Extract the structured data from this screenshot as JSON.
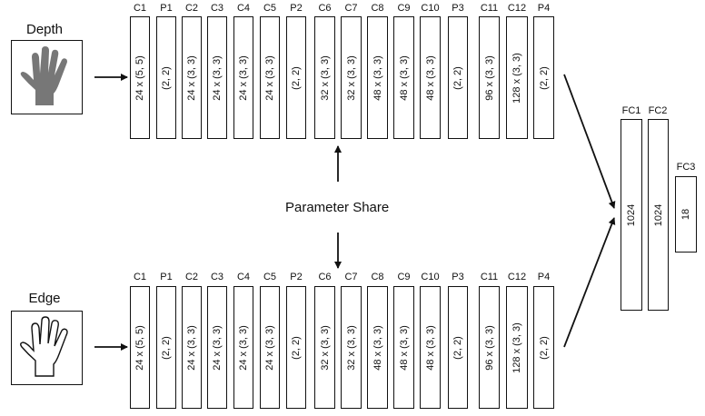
{
  "branches": [
    {
      "title": "Depth",
      "layers": [
        {
          "name": "C1",
          "param": "24 x (5, 5)"
        },
        {
          "name": "P1",
          "param": "(2, 2)"
        },
        {
          "name": "C2",
          "param": "24 x (3, 3)"
        },
        {
          "name": "C3",
          "param": "24 x (3, 3)"
        },
        {
          "name": "C4",
          "param": "24 x (3, 3)"
        },
        {
          "name": "C5",
          "param": "24 x (3, 3)"
        },
        {
          "name": "P2",
          "param": "(2, 2)"
        },
        {
          "name": "C6",
          "param": "32 x (3, 3)"
        },
        {
          "name": "C7",
          "param": "32 x (3, 3)"
        },
        {
          "name": "C8",
          "param": "48 x (3, 3)"
        },
        {
          "name": "C9",
          "param": "48 x (3, 3)"
        },
        {
          "name": "C10",
          "param": "48 x (3, 3)"
        },
        {
          "name": "P3",
          "param": "(2, 2)"
        },
        {
          "name": "C11",
          "param": "96 x (3, 3)"
        },
        {
          "name": "C12",
          "param": "128 x (3, 3)"
        },
        {
          "name": "P4",
          "param": "(2, 2)"
        }
      ]
    },
    {
      "title": "Edge",
      "layers": [
        {
          "name": "C1",
          "param": "24 x (5, 5)"
        },
        {
          "name": "P1",
          "param": "(2, 2)"
        },
        {
          "name": "C2",
          "param": "24 x (3, 3)"
        },
        {
          "name": "C3",
          "param": "24 x (3, 3)"
        },
        {
          "name": "C4",
          "param": "24 x (3, 3)"
        },
        {
          "name": "C5",
          "param": "24 x (3, 3)"
        },
        {
          "name": "P2",
          "param": "(2, 2)"
        },
        {
          "name": "C6",
          "param": "32 x (3, 3)"
        },
        {
          "name": "C7",
          "param": "32 x (3, 3)"
        },
        {
          "name": "C8",
          "param": "48 x (3, 3)"
        },
        {
          "name": "C9",
          "param": "48 x (3, 3)"
        },
        {
          "name": "C10",
          "param": "48 x (3, 3)"
        },
        {
          "name": "P3",
          "param": "(2, 2)"
        },
        {
          "name": "C11",
          "param": "96 x (3, 3)"
        },
        {
          "name": "C12",
          "param": "128 x (3, 3)"
        },
        {
          "name": "P4",
          "param": "(2, 2)"
        }
      ]
    }
  ],
  "shared_label": "Parameter Share",
  "fc_layers": [
    {
      "name": "FC1",
      "units": "1024"
    },
    {
      "name": "FC2",
      "units": "1024"
    },
    {
      "name": "FC3",
      "units": "18"
    }
  ],
  "colors": {
    "depth_hand": "#777777",
    "line": "#111111"
  },
  "icons": [
    "depth-hand-icon",
    "edge-hand-icon"
  ]
}
